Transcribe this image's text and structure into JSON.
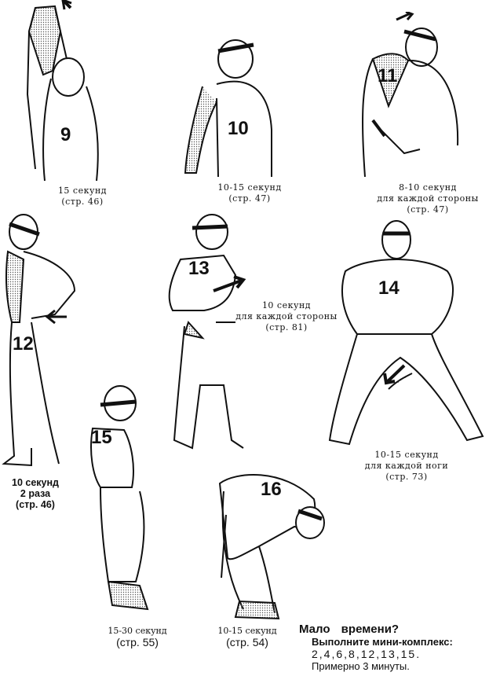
{
  "exercises": [
    {
      "number": "9",
      "lines": [
        "15 секунд",
        "(стр. 46)"
      ]
    },
    {
      "number": "10",
      "lines": [
        "10-15 секунд",
        "(стр. 47)"
      ]
    },
    {
      "number": "11",
      "lines": [
        "8-10 секунд",
        "для каждой стороны",
        "(стр. 47)"
      ]
    },
    {
      "number": "12",
      "lines": [
        "10 секунд",
        "2 раза",
        "(стр. 46)"
      ]
    },
    {
      "number": "13",
      "lines": [
        "10 секунд",
        "для каждой стороны",
        "(стр. 81)"
      ]
    },
    {
      "number": "14",
      "lines": [
        "10-15 секунд",
        "для каждой ноги",
        "(стр. 73)"
      ]
    },
    {
      "number": "15",
      "lines": [
        "15-30 секунд",
        "(стр. 55)"
      ]
    },
    {
      "number": "16",
      "lines": [
        "10-15 секунд",
        "(стр. 54)"
      ]
    }
  ],
  "mini_complex": {
    "heading": "Мало времени?",
    "subheading": "Выполните мини-комплекс:",
    "sequence": "2,4,6,8,12,13,15.",
    "duration": "Примерно 3 минуты."
  }
}
